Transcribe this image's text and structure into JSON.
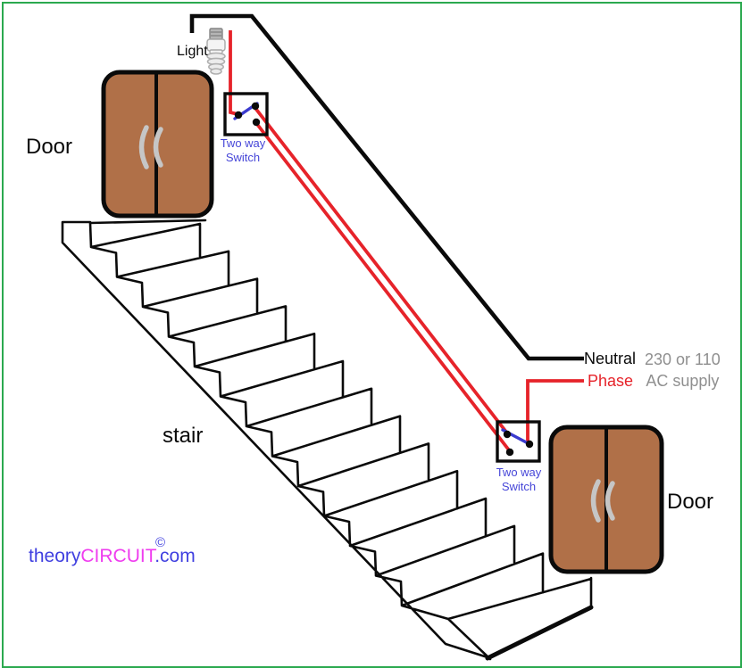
{
  "colors": {
    "border-green": "#2ba94f",
    "phase-red": "#e6232a",
    "line-black": "#0a0a0a",
    "switch-blue": "#3b3bcf",
    "label-blue": "#4646d8",
    "supply-gray": "#8f8f8f",
    "door-brown": "#b07048",
    "handle-gray": "#c6c6c6",
    "wm-blue": "#4040e0",
    "wm-magenta": "#ef3def"
  },
  "labels": {
    "light": "Light",
    "door_top": "Door",
    "door_bottom": "Door",
    "stair": "stair",
    "neutral": "Neutral",
    "phase": "Phase",
    "supply_line1": "230 or 110",
    "supply_line2": "AC supply",
    "switch_top": {
      "line1": "Two way",
      "line2": "Switch"
    },
    "switch_bottom": {
      "line1": "Two way",
      "line2": "Switch"
    }
  },
  "watermark": {
    "copyright": "©",
    "part1": "theory",
    "part2": "CIRCUIT",
    "part3": ".com"
  }
}
